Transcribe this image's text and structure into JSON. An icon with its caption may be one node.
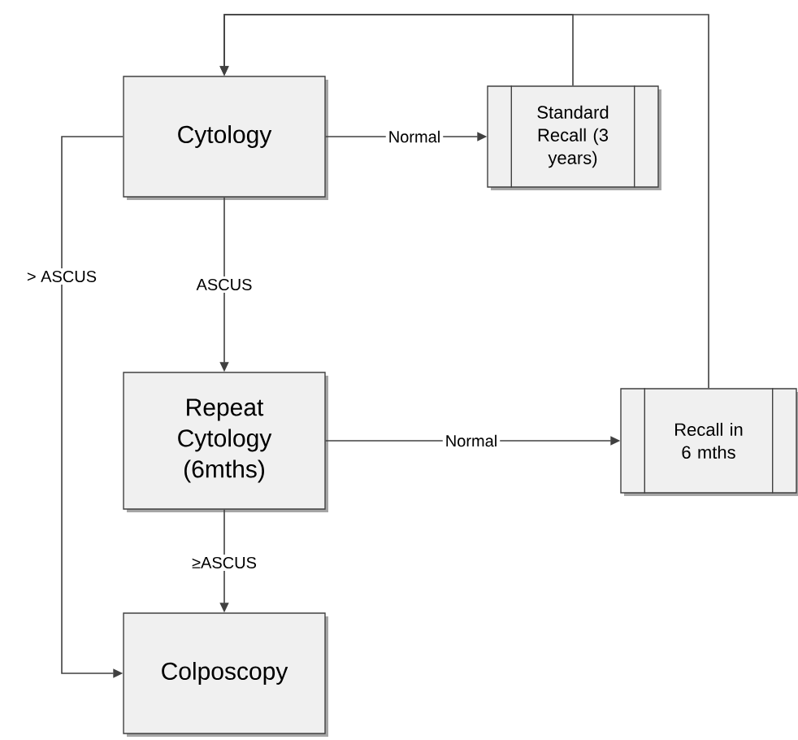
{
  "diagram": {
    "nodes": [
      {
        "text": [
          "Cytology"
        ]
      },
      {
        "text": [
          "Standard Recall (3 years)"
        ]
      },
      {
        "text": [
          "Repeat Cytology (6mths)"
        ]
      },
      {
        "text": [
          "Recall in 6 mths"
        ]
      },
      {
        "text": [
          "Colposcopy"
        ]
      }
    ],
    "edges": [
      {
        "from": 0,
        "to": 1,
        "arrow": "to",
        "label": "Normal"
      },
      {
        "from": 0,
        "to": 2,
        "arrow": "to",
        "label": "ASCUS"
      },
      {
        "from": 0,
        "to": 4,
        "arrow": "to",
        "label": "> ASCUS"
      },
      {
        "from": 2,
        "to": 3,
        "arrow": "to",
        "label": "Normal"
      },
      {
        "from": 2,
        "to": 4,
        "arrow": "to",
        "label": "≥ASCUS"
      },
      {
        "from": 1,
        "to": 0,
        "arrow": "to"
      },
      {
        "from": 3,
        "to": 0,
        "arrow": "to"
      }
    ]
  }
}
